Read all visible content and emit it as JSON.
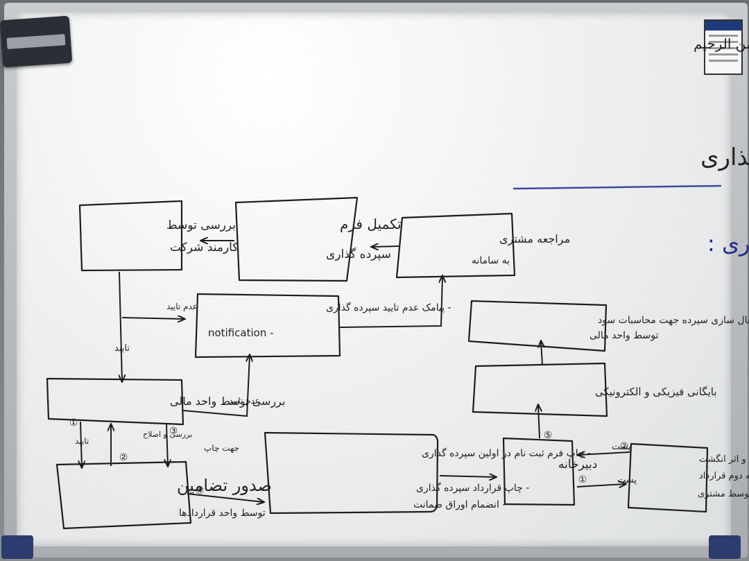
{
  "header": {
    "basmala": "بسم الله الرحمن الرحیم",
    "title": "فرآیند سپرده گذاری",
    "section": "غیرحضوری :"
  },
  "boxes": {
    "customer_visit": [
      "مراجعه مشتری",
      "به سامانه"
    ],
    "complete_form": [
      "تکمیل فرم",
      "سپرده گذاری"
    ],
    "review_staff": [
      "بررسی توسط",
      "کارمند شرکت"
    ],
    "notification": [
      "- پیامک عدم تایید سپرده گذاری",
      "notification -"
    ],
    "review_finance": [
      "بررسی توسط واحد مالی"
    ],
    "guarantee_issue": [
      "صدور تضامین",
      "توسط واحد قراردادها"
    ],
    "print_form": [
      "- چاپ فرم ثبت نام در اولین سپرده گذاری",
      "- چاپ قرارداد سپرده گذاری",
      "- انضمام اوراق ضمانت"
    ],
    "secretariat": [
      "دبیرخانه"
    ],
    "signature": [
      "امضا و اثر انگشت",
      "نسخه دوم قرارداد",
      "توسط مشتری"
    ],
    "archive": [
      "بایگانی فیزیکی و الکترونیکی"
    ],
    "activation": [
      "فعال سازی سپرده جهت محاسبات سود",
      "توسط واحد مالی"
    ]
  },
  "labels": {
    "reject_1": "عدم تایید",
    "approve_1": "تایید",
    "reject_2": "عدم تایید",
    "approve_2": "تایید",
    "correct": "بررسی و اصلاح",
    "print": "جهت چاپ",
    "post_in": "پست",
    "post_out": "پست",
    "n1": "①",
    "n2": "②",
    "n3": "③",
    "n4": "④",
    "n5": "⑤"
  }
}
